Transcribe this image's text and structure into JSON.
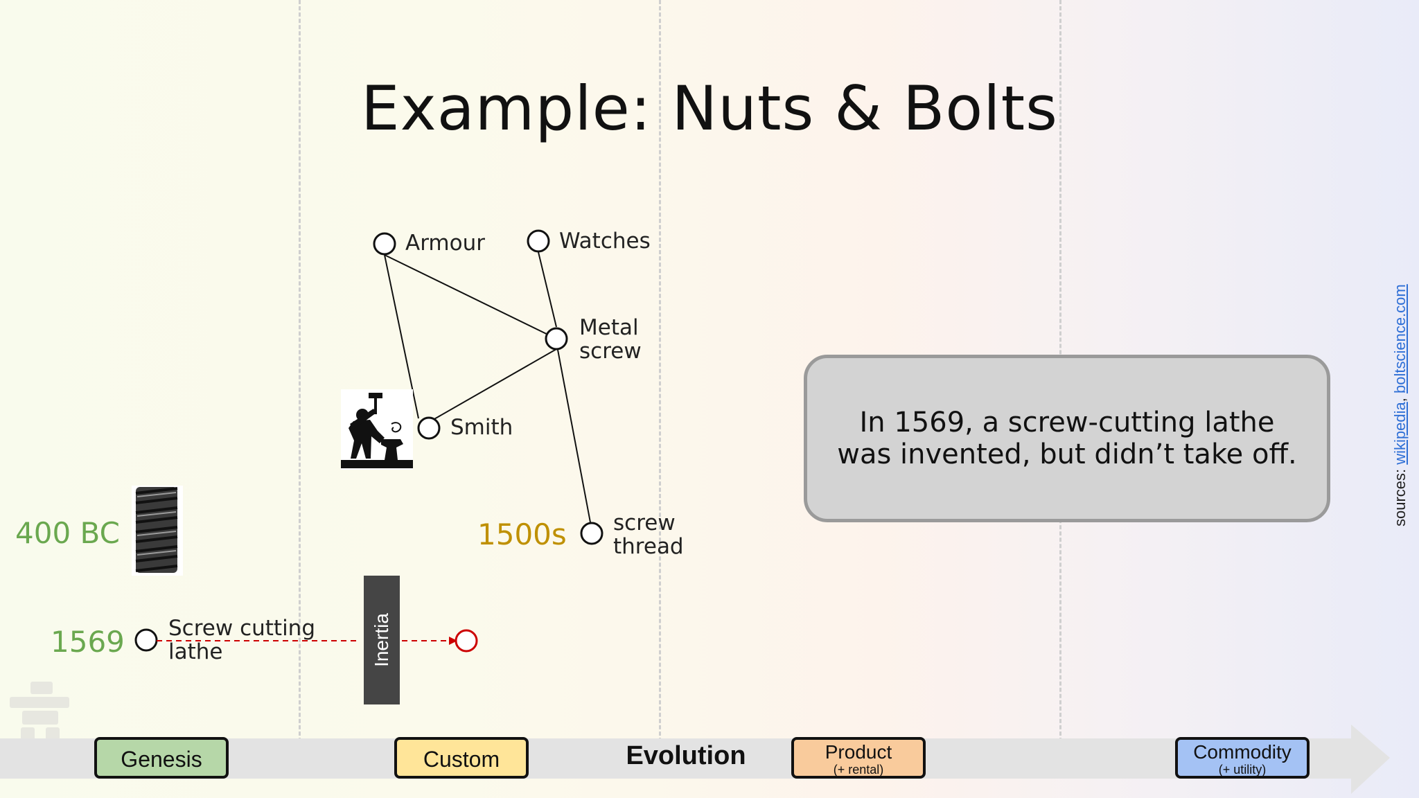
{
  "title": "Example: Nuts & Bolts",
  "nodes": {
    "armour": "Armour",
    "watches": "Watches",
    "metal_screw": [
      "Metal",
      "screw"
    ],
    "smith": "Smith",
    "screw_thread": [
      "screw",
      "thread"
    ],
    "screw_cutting_lathe": [
      "Screw cutting",
      "lathe"
    ]
  },
  "years": {
    "bc400": "400 BC",
    "s1500": "1500s",
    "y1569": "1569"
  },
  "callout": "In 1569, a screw-cutting lathe was invented, but didn’t take off.",
  "inertia_label": "Inertia",
  "axis": {
    "label": "Evolution",
    "stages": [
      {
        "label": "Genesis",
        "sub": "",
        "color": "#b6d7a8"
      },
      {
        "label": "Custom",
        "sub": "",
        "color": "#ffe599"
      },
      {
        "label": "Product",
        "sub": "(+ rental)",
        "color": "#f9cb9c"
      },
      {
        "label": "Commodity",
        "sub": "(+ utility)",
        "color": "#a4c2f4"
      }
    ]
  },
  "sources": {
    "prefix": "sources: ",
    "links": [
      "wikipedia",
      "boltscience.com"
    ],
    "separator": ", "
  },
  "colors": {
    "year_green": "#6aa84f",
    "year_gold": "#bf9000",
    "inertia_red": "#cc0000"
  },
  "icons": [
    "blacksmith-icon",
    "bolt-image",
    "inukshuk-logo-icon"
  ]
}
